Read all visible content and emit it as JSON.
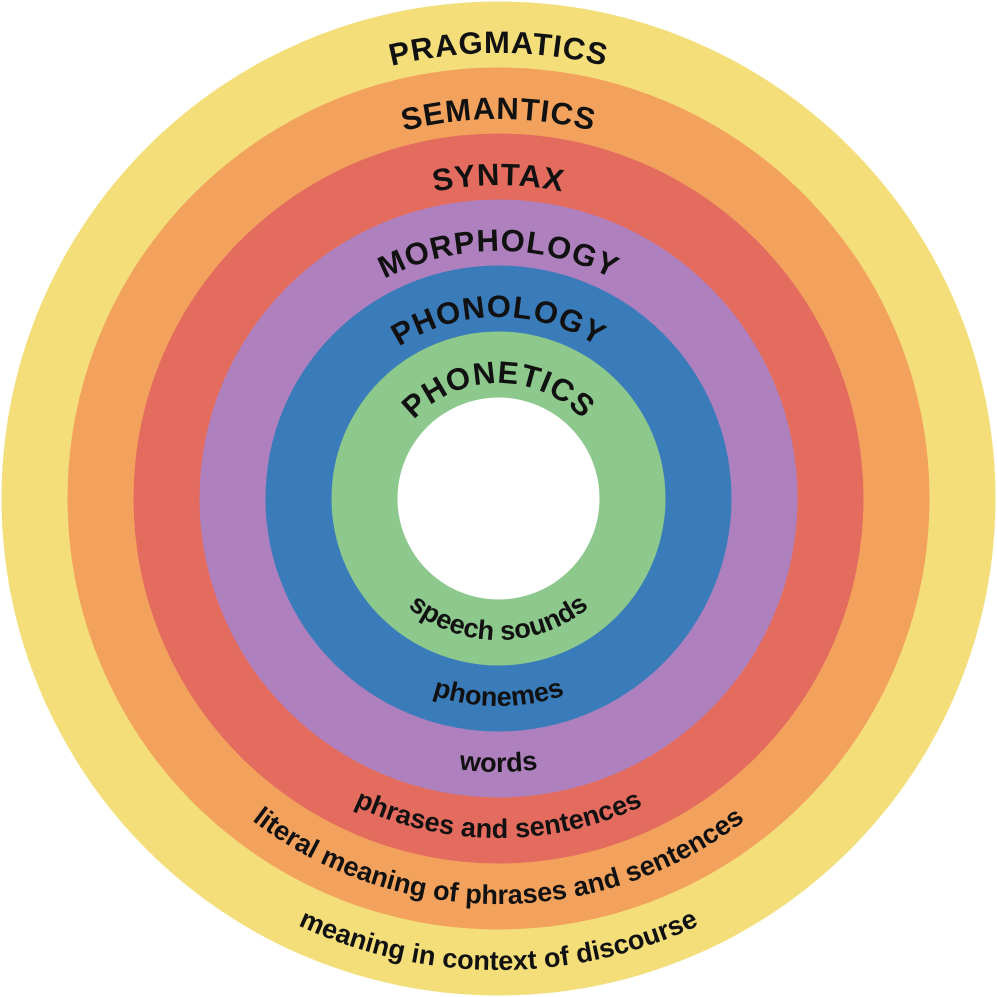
{
  "rings": [
    {
      "title": "PRAGMATICS",
      "caption": "meaning in context of discourse",
      "color": "#F3DE7A"
    },
    {
      "title": "SEMANTICS",
      "caption": "literal meaning of phrases and sentences",
      "color": "#F2A25C"
    },
    {
      "title": "SYNTAX",
      "caption": "phrases and sentences",
      "color": "#E46C5E"
    },
    {
      "title": "MORPHOLOGY",
      "caption": "words",
      "color": "#AF80BE"
    },
    {
      "title": "PHONOLOGY",
      "caption": "phonemes",
      "color": "#3A7BBA"
    },
    {
      "title": "PHONETICS",
      "caption": "speech sounds",
      "color": "#8DC88C"
    }
  ],
  "center_color": "#FFFFFF"
}
